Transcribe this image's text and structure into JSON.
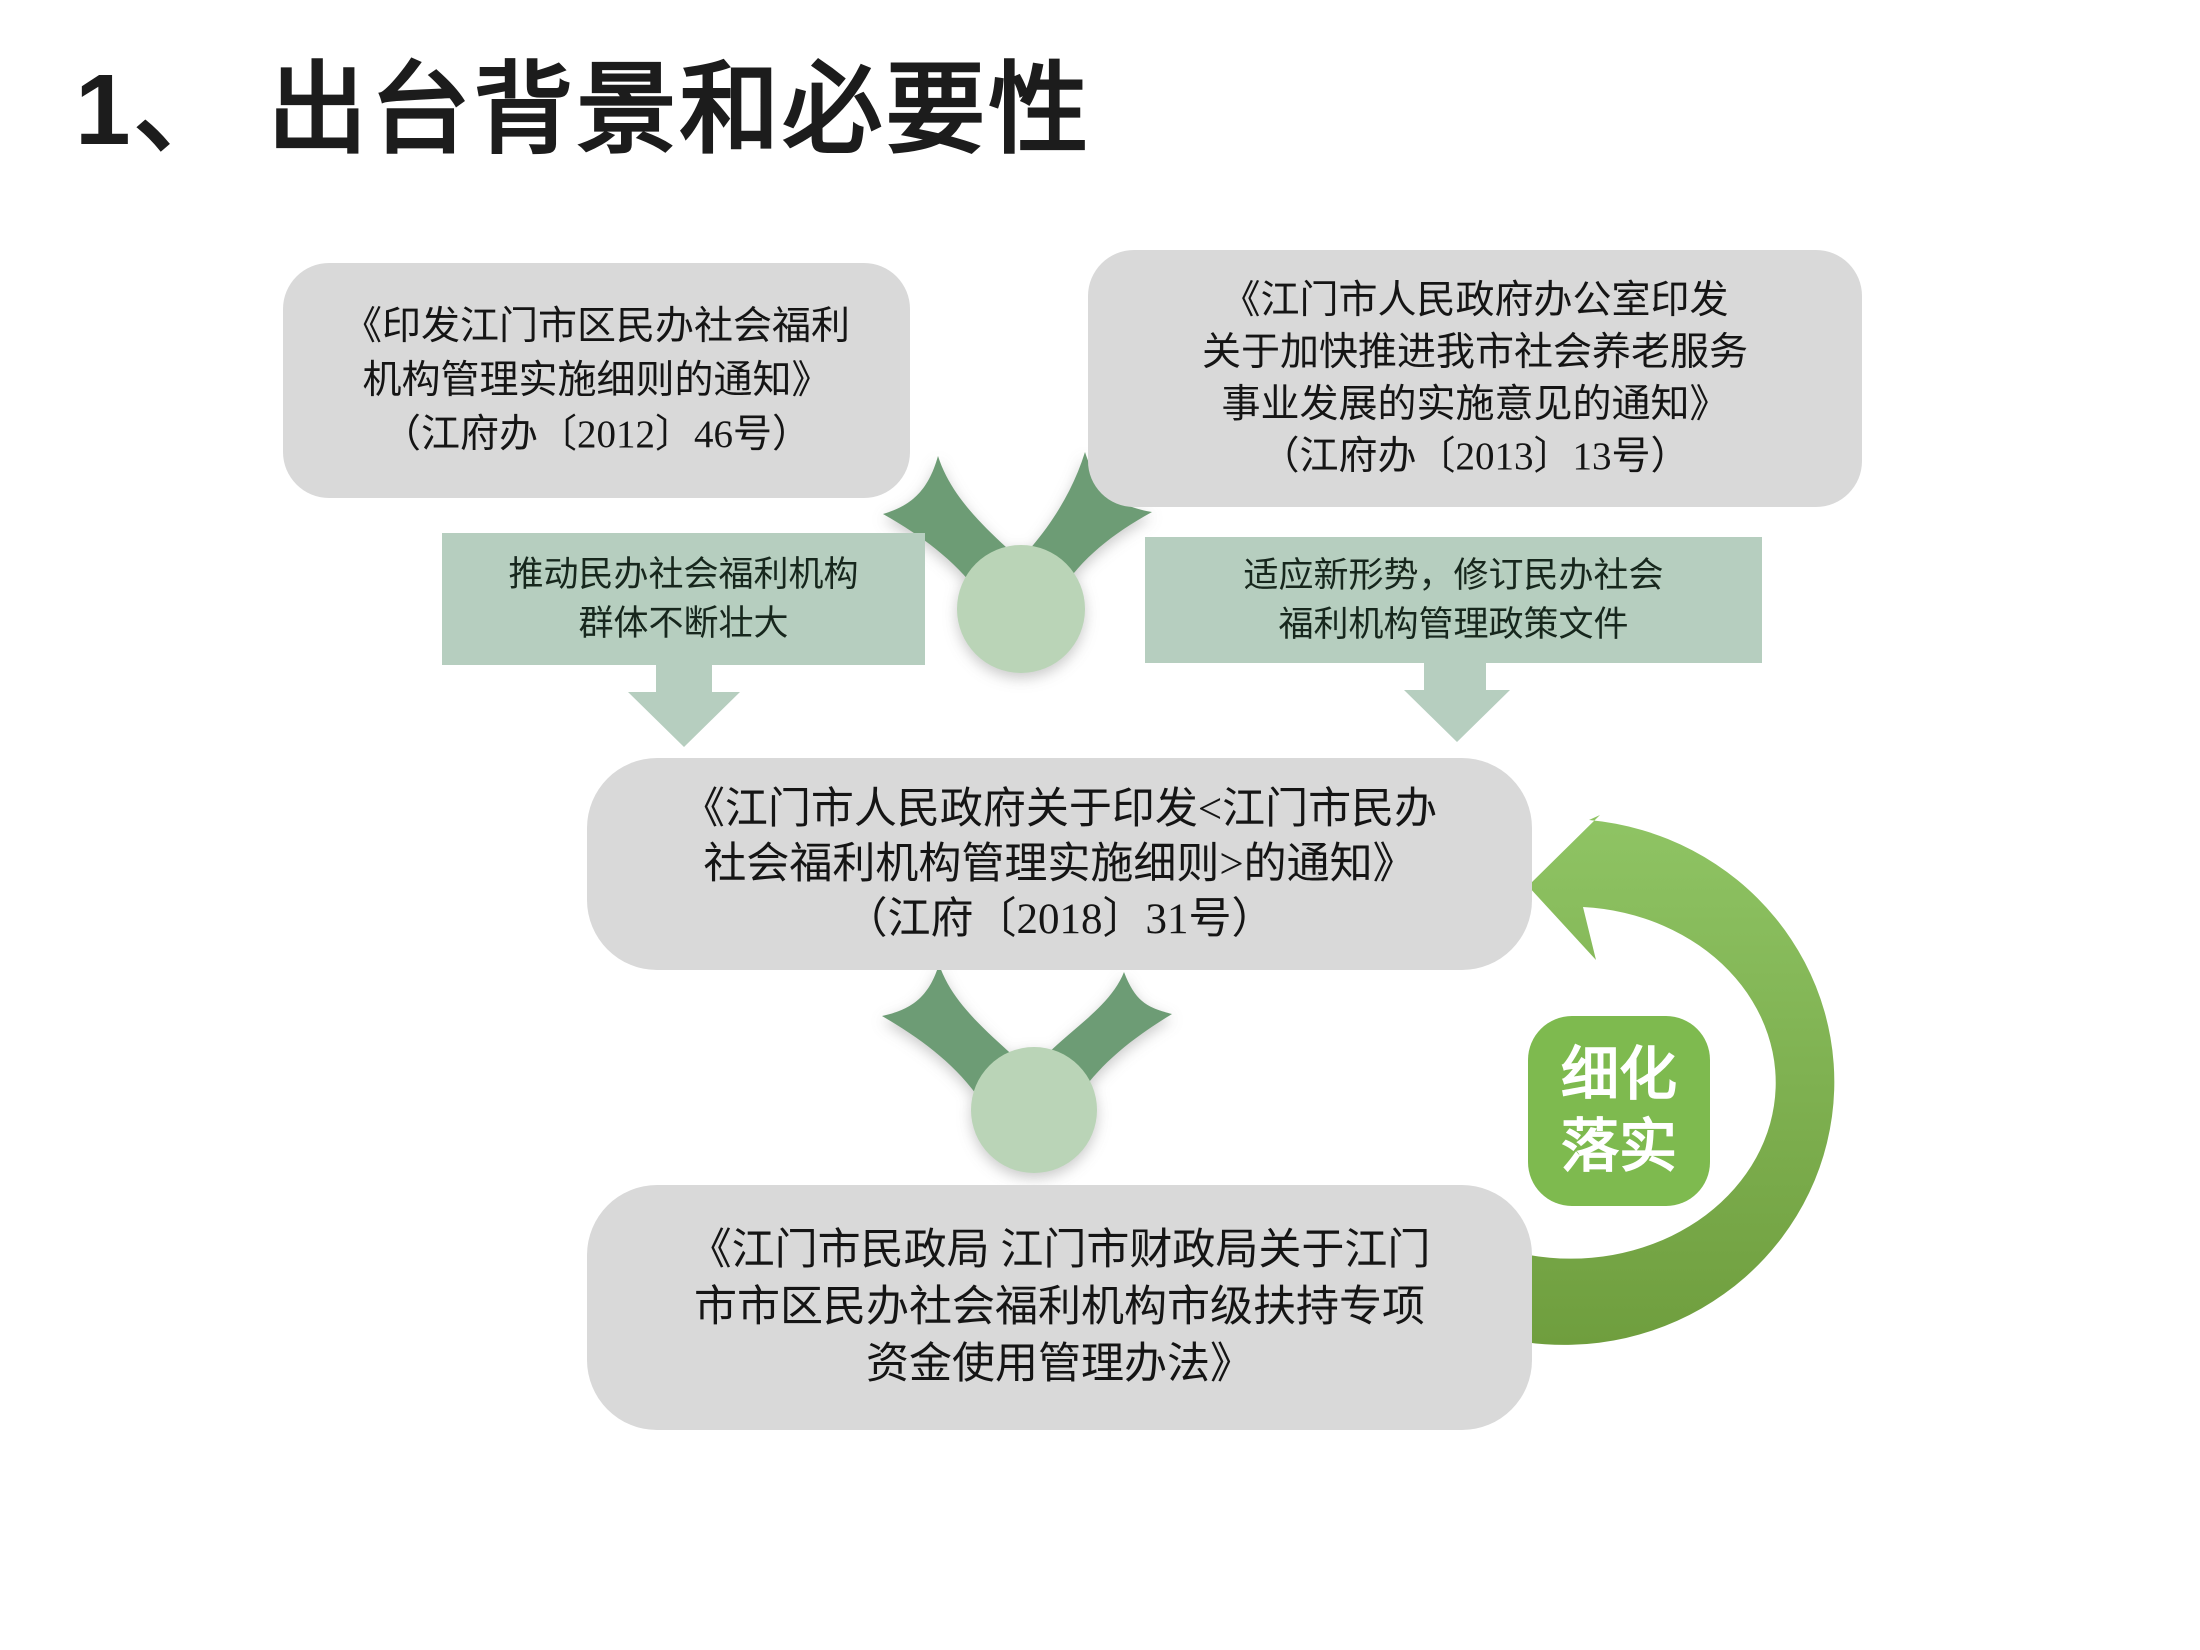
{
  "title": "1、 出台背景和必要性",
  "boxes": {
    "top_left": {
      "lines": [
        "《印发江门市区民办社会福利",
        "机构管理实施细则的通知》",
        "（江府办〔2012〕46号）"
      ]
    },
    "top_right": {
      "lines": [
        "《江门市人民政府办公室印发",
        "关于加快推进我市社会养老服务",
        "事业发展的实施意见的通知》",
        "（江府办〔2013〕13号）"
      ]
    },
    "middle": {
      "lines": [
        "《江门市人民政府关于印发<江门市民办",
        "社会福利机构管理实施细则>的通知》",
        "（江府〔2018〕31号）"
      ]
    },
    "bottom": {
      "lines": [
        "《江门市民政局 江门市财政局关于江门",
        "市市区民办社会福利机构市级扶持专项",
        "资金使用管理办法》"
      ]
    }
  },
  "labels": {
    "left": {
      "lines": [
        "推动民办社会福利机构",
        "群体不断壮大"
      ]
    },
    "right": {
      "lines": [
        "适应新形势，修订民办社会",
        "福利机构管理政策文件"
      ]
    }
  },
  "badge": {
    "lines": [
      "细化",
      "落实"
    ]
  },
  "icons": {
    "merge_top": "merge-converge-arrows-icon",
    "merge_bottom": "merge-converge-arrows-icon",
    "down_arrows": "down-block-arrow-icon",
    "loop": "circular-arrow-icon"
  },
  "colors": {
    "box_gray": "#d9d9d9",
    "reason_green": "#b6cebf",
    "swoosh_green": "#6d9c74",
    "merge_circle_green": "#bad4b7",
    "loop_arrow_top": "#8fc464",
    "loop_arrow_bottom": "#6f9e3e",
    "badge_green": "#7eba4f",
    "title_black": "#1c1c1c"
  }
}
